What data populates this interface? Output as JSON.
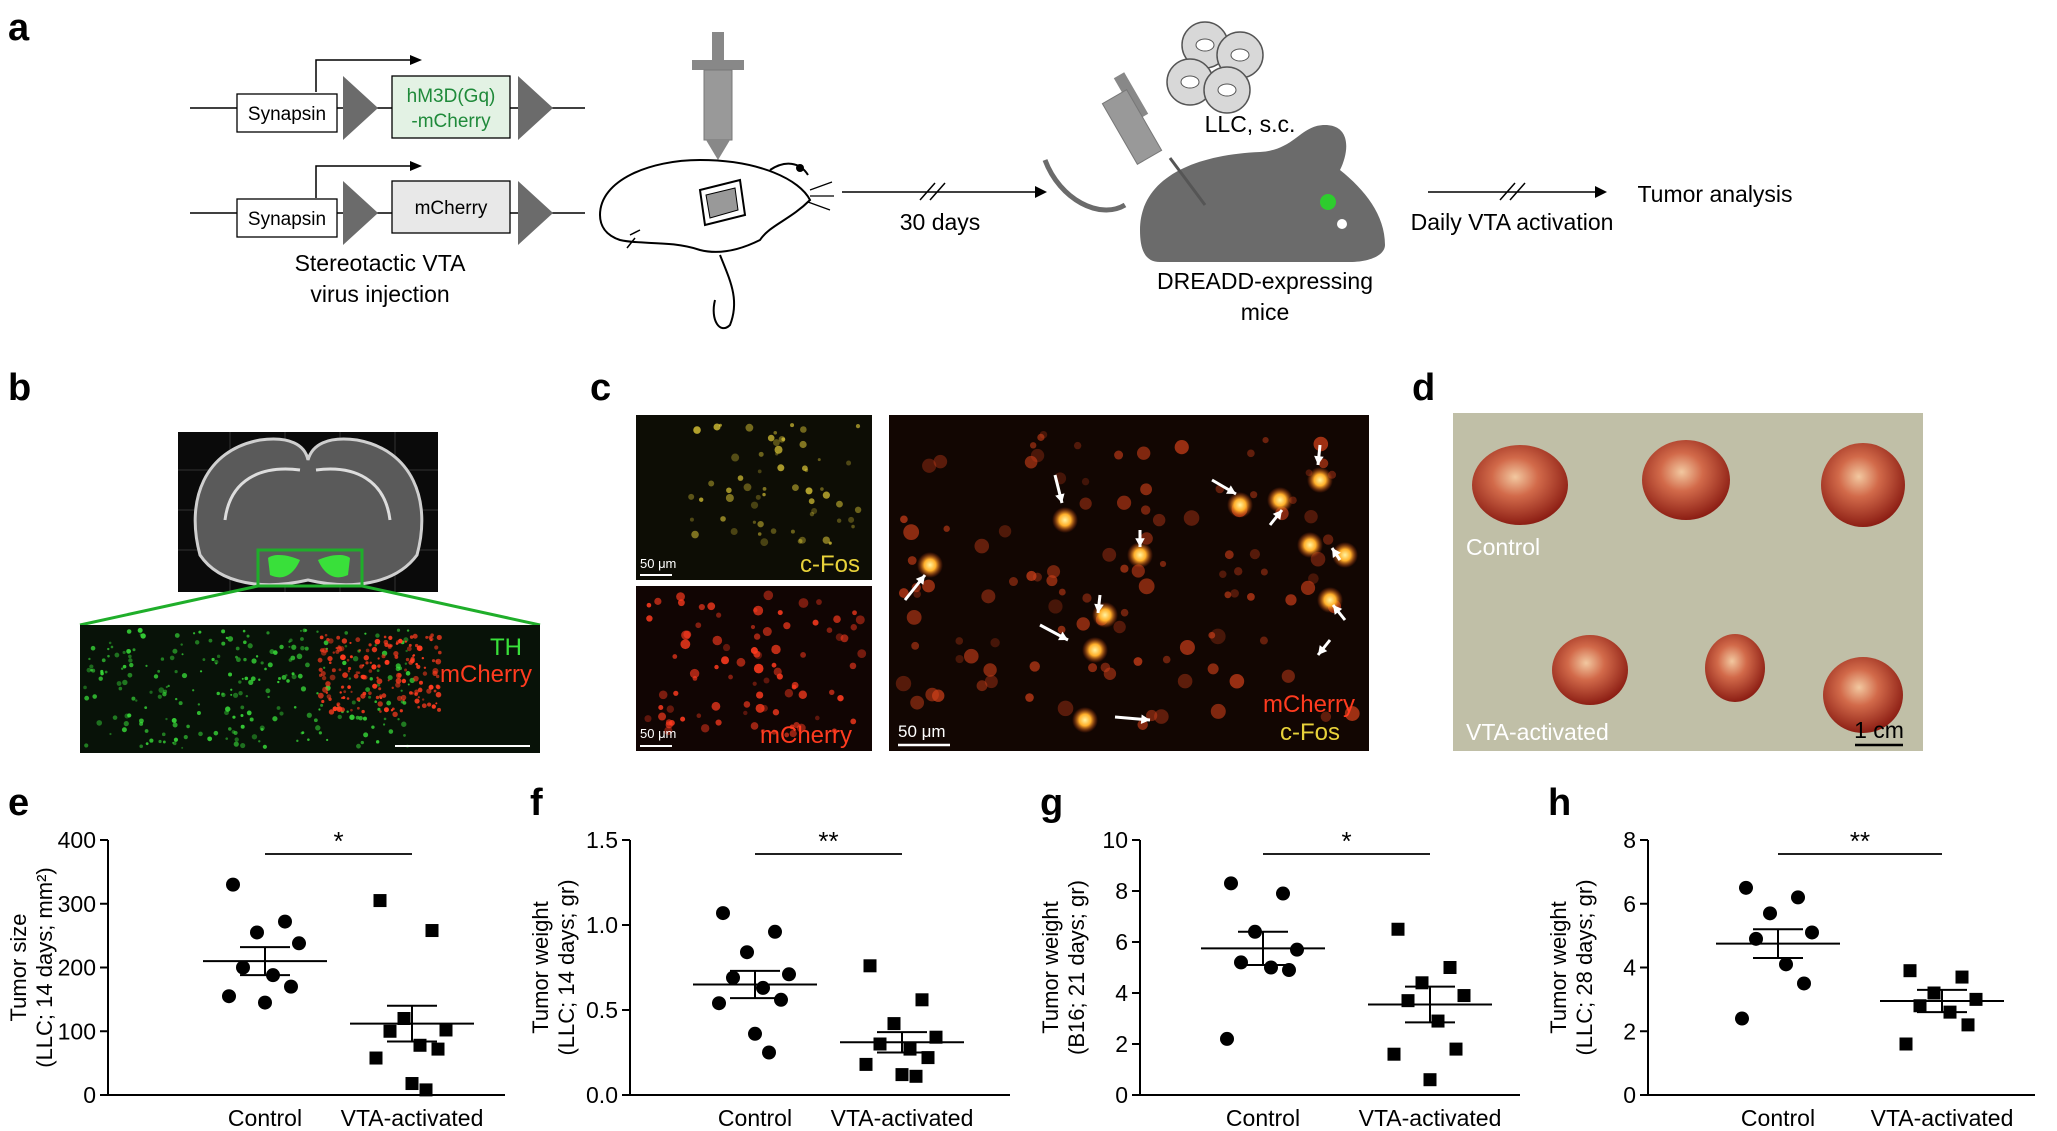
{
  "panel_labels": [
    "a",
    "b",
    "c",
    "d",
    "e",
    "f",
    "g",
    "h"
  ],
  "panel_a": {
    "promoter_label": "Synapsin",
    "construct1_line1": "hM3D(Gq)",
    "construct1_line2": "-mCherry",
    "construct2": "mCherry",
    "injection_line1": "Stereotactic VTA",
    "injection_line2": "virus injection",
    "wait": "30 days",
    "cells": "LLC, s.c.",
    "mice_line1": "DREADD-expressing",
    "mice_line2": "mice",
    "activation": "Daily VTA activation",
    "analysis": "Tumor analysis"
  },
  "panel_b": {
    "label_th": "TH",
    "label_mcherry": "mCherry",
    "colors": {
      "th": "#39e03a",
      "mcherry": "#ff3b1f"
    }
  },
  "panel_c": {
    "label_cfos": "c-Fos",
    "label_mcherry": "mCherry",
    "scale": "50 μm",
    "colors": {
      "cfos": "#e8d23a",
      "mcherry": "#ff3b1f"
    }
  },
  "panel_d": {
    "label_control": "Control",
    "label_vta": "VTA-activated",
    "scale": "1 cm"
  },
  "chart_data": [
    {
      "panel": "e",
      "type": "scatter",
      "categories": [
        "Control",
        "VTA-activated"
      ],
      "ylabel_line1": "Tumor size",
      "ylabel_line2": "(LLC; 14 days; mm²)",
      "ylim": [
        0,
        400
      ],
      "yticks": [
        0,
        100,
        200,
        300,
        400
      ],
      "significance": "*",
      "series": [
        {
          "marker": "circle",
          "values": [
            330,
            272,
            255,
            238,
            200,
            188,
            170,
            155,
            145
          ],
          "mean": 210,
          "sem": 22
        },
        {
          "marker": "square",
          "values": [
            305,
            258,
            120,
            102,
            100,
            78,
            72,
            58,
            18,
            8
          ],
          "mean": 112,
          "sem": 28
        }
      ]
    },
    {
      "panel": "f",
      "type": "scatter",
      "categories": [
        "Control",
        "VTA-activated"
      ],
      "ylabel_line1": "Tumor weight",
      "ylabel_line2": "(LLC; 14 days; gr)",
      "ylim": [
        0,
        1.5
      ],
      "yticks": [
        0.0,
        0.5,
        1.0,
        1.5
      ],
      "significance": "**",
      "series": [
        {
          "marker": "circle",
          "values": [
            1.07,
            0.96,
            0.84,
            0.71,
            0.69,
            0.63,
            0.56,
            0.54,
            0.36,
            0.25
          ],
          "mean": 0.65,
          "sem": 0.08
        },
        {
          "marker": "square",
          "values": [
            0.76,
            0.56,
            0.42,
            0.34,
            0.3,
            0.27,
            0.22,
            0.18,
            0.12,
            0.11
          ],
          "mean": 0.31,
          "sem": 0.06
        }
      ]
    },
    {
      "panel": "g",
      "type": "scatter",
      "categories": [
        "Control",
        "VTA-activated"
      ],
      "ylabel_line1": "Tumor weight",
      "ylabel_line2": "(B16; 21 days; gr)",
      "ylim": [
        0,
        10
      ],
      "yticks": [
        0,
        2,
        4,
        6,
        8,
        10
      ],
      "significance": "*",
      "series": [
        {
          "marker": "circle",
          "values": [
            8.3,
            7.9,
            6.4,
            5.7,
            5.2,
            5.0,
            4.9,
            2.2
          ],
          "mean": 5.75,
          "sem": 0.65
        },
        {
          "marker": "square",
          "values": [
            6.5,
            5.0,
            4.4,
            3.9,
            3.7,
            2.9,
            1.8,
            1.6,
            0.6
          ],
          "mean": 3.55,
          "sem": 0.7
        }
      ]
    },
    {
      "panel": "h",
      "type": "scatter",
      "categories": [
        "Control",
        "VTA-activated"
      ],
      "ylabel_line1": "Tumor weight",
      "ylabel_line2": "(LLC; 28 days; gr)",
      "ylim": [
        0,
        8
      ],
      "yticks": [
        0,
        2,
        4,
        6,
        8
      ],
      "significance": "**",
      "series": [
        {
          "marker": "circle",
          "values": [
            6.5,
            6.2,
            5.7,
            5.1,
            4.9,
            4.1,
            3.5,
            2.4
          ],
          "mean": 4.75,
          "sem": 0.45
        },
        {
          "marker": "square",
          "values": [
            3.9,
            3.7,
            3.2,
            3.0,
            2.8,
            2.6,
            2.2,
            1.6
          ],
          "mean": 2.95,
          "sem": 0.35
        }
      ]
    }
  ]
}
